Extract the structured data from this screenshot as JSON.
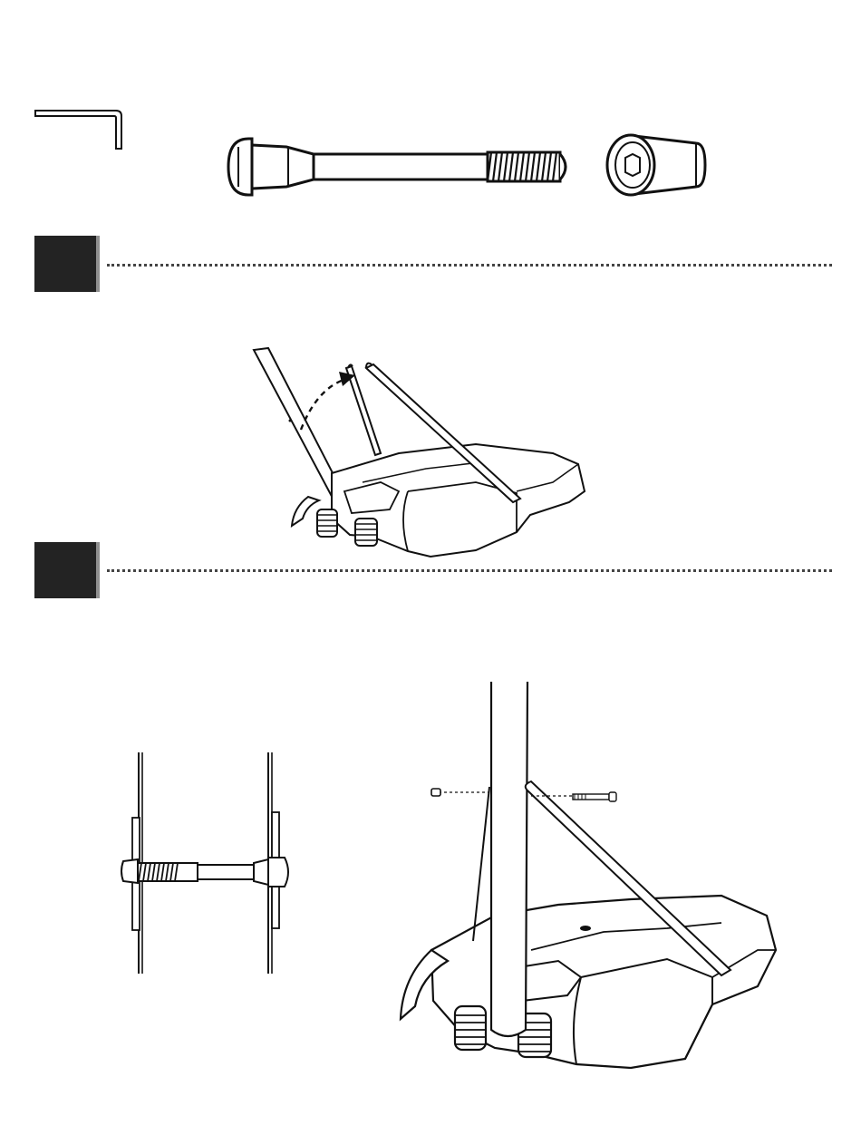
{
  "hardware": {
    "items": [
      {
        "name": "hex-key",
        "icon": "allen-wrench"
      },
      {
        "name": "bolt",
        "icon": "long-bolt"
      },
      {
        "name": "nut",
        "icon": "barrel-nut"
      }
    ]
  },
  "steps": [
    {
      "number": "",
      "illustration": "raise-support-brace-to-pole"
    },
    {
      "number": "",
      "illustration": "bolt-brace-to-pole"
    }
  ],
  "colors": {
    "ink": "#111111",
    "step_box": "#232323",
    "step_shadow": "#8f8f8f"
  }
}
